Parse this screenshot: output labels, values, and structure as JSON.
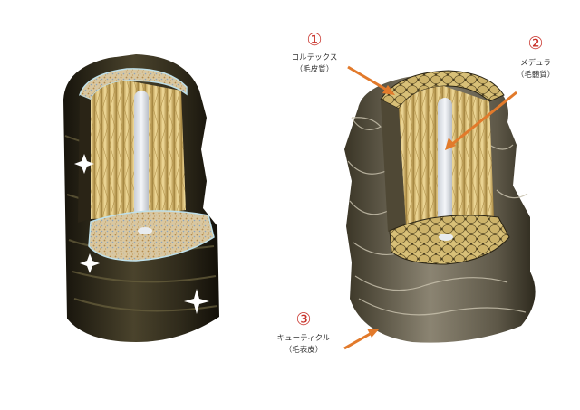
{
  "colors": {
    "number": "#c8322a",
    "arrow": "#e27a2b",
    "cuticle_dark": "#2e2a1c",
    "cuticle_light": "#7a7566",
    "cortex_fiber": "#e8cf8a",
    "medulla": "#dfe4ea"
  },
  "labels": [
    {
      "id": "cortex",
      "number": "①",
      "name": "コルテックス",
      "sub": "（毛皮質）"
    },
    {
      "id": "medulla",
      "number": "②",
      "name": "メデュラ",
      "sub": "（毛髄質）"
    },
    {
      "id": "cuticle",
      "number": "③",
      "name": "キューティクル",
      "sub": "（毛表皮）"
    }
  ]
}
